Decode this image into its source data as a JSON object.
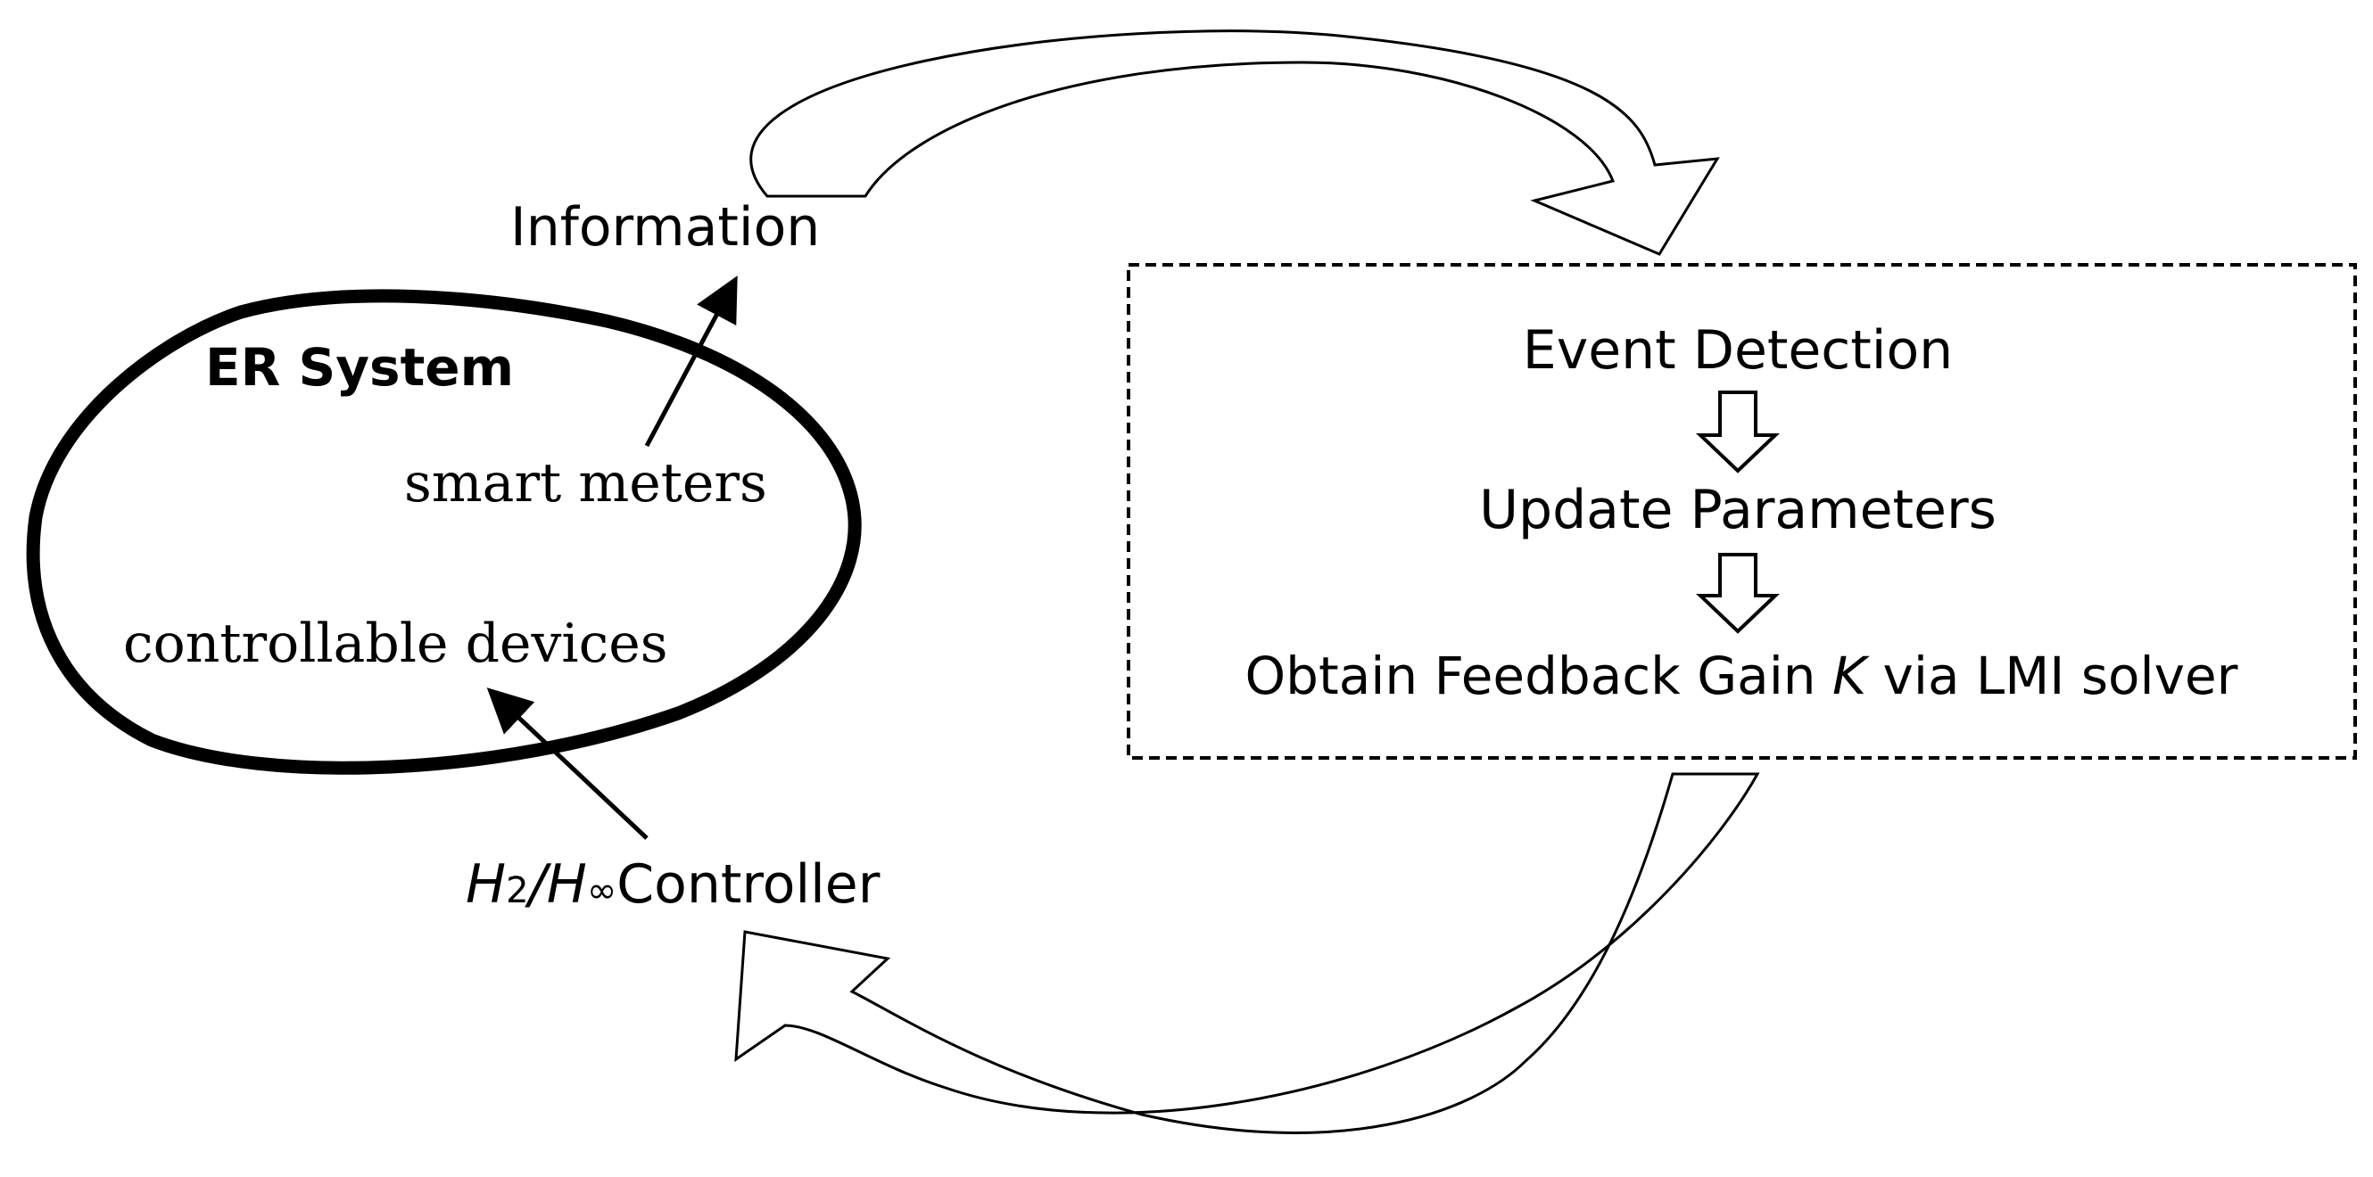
{
  "diagram": {
    "system": {
      "title": "ER System",
      "sensor_label": "smart meters",
      "actuator_label": "controllable devices"
    },
    "information_label": "Information",
    "controller": {
      "h2": "H",
      "h2_sub": "2",
      "slash": "/",
      "hinf": "H",
      "hinf_sub": "∞",
      "label": "Controller"
    },
    "process": {
      "step1": "Event Detection",
      "step2": "Update Parameters",
      "step3_prefix": "Obtain Feedback Gain ",
      "step3_var": "K",
      "step3_suffix": " via LMI solver"
    }
  }
}
